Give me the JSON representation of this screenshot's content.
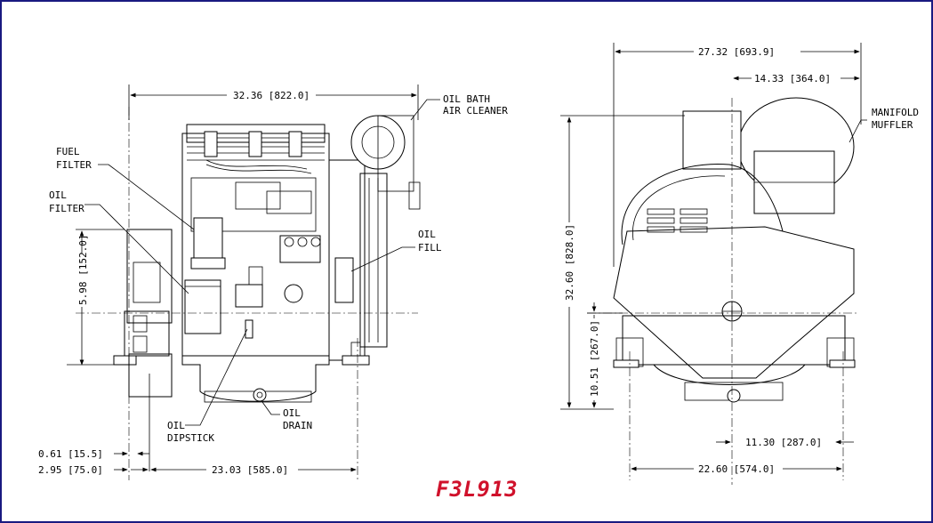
{
  "model": "F3L913",
  "front_view": {
    "labels": {
      "oil_bath": "OIL BATH",
      "air_cleaner": "AIR CLEANER",
      "fuel": "FUEL",
      "fuel_filter": "FILTER",
      "oil": "OIL",
      "oil_filter": "FILTER",
      "oil_fill_1": "OIL",
      "oil_fill_2": "FILL",
      "oil_dipstick_1": "OIL",
      "oil_dipstick_2": "DIPSTICK",
      "oil_drain_1": "OIL",
      "oil_drain_2": "DRAIN"
    },
    "dimensions": {
      "overall_length": "32.36 [822.0]",
      "flange_height": "5.98 [152.0]",
      "offset_small": "0.61 [15.5]",
      "foot_width": "2.95 [75.0]",
      "foot_spacing": "23.03 [585.0]"
    }
  },
  "side_view": {
    "labels": {
      "manifold": "MANIFOLD",
      "muffler": "MUFFLER"
    },
    "dimensions": {
      "overall_width": "27.32 [693.9]",
      "muffler_offset": "14.33 [364.0]",
      "overall_height": "32.60 [828.0]",
      "crank_height": "10.51 [267.0]",
      "half_foot_span": "11.30 [287.0]",
      "foot_span": "22.60 [574.0]"
    }
  }
}
